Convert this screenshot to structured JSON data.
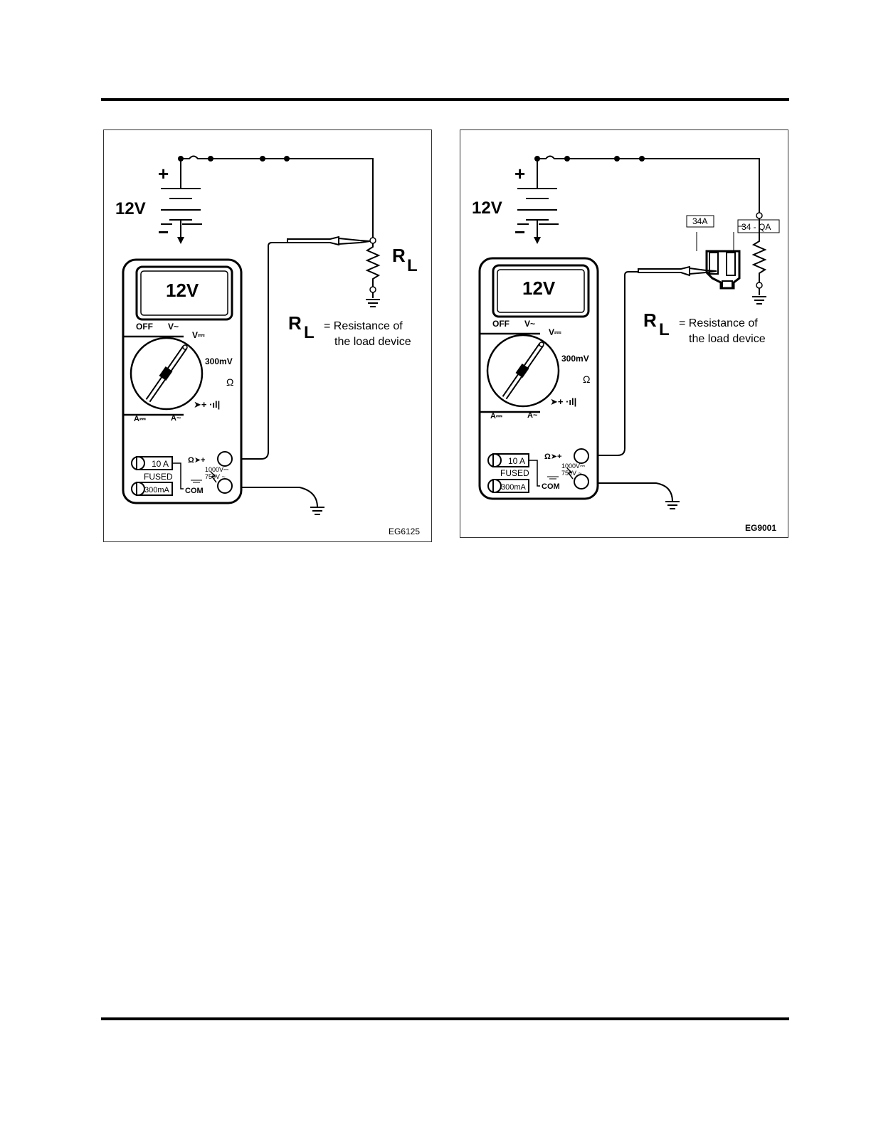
{
  "figures": [
    {
      "id": "EG6125",
      "code": "EG6125",
      "battery_voltage": "12V",
      "plus": "+",
      "minus": "−",
      "meter_reading": "12V",
      "dial": {
        "off": "OFF",
        "v_ac": "V~",
        "v_dc": "V⎓",
        "mv": "300mV",
        "ohm": "Ω",
        "diode": "➤+ ·ıl|",
        "a_dc": "A⎓",
        "a_ac": "A~"
      },
      "jacks": {
        "amp10": "10 A",
        "fused": "FUSED",
        "ma300": "300mA",
        "com": "COM",
        "ohm_diode": "Ω➤+",
        "v1000": "1000V⎓",
        "v750": "750V ~"
      },
      "rl_symbol": "R",
      "rl_sub": "L",
      "legend_r": "R",
      "legend_sub": "L",
      "legend_line1": "= Resistance of",
      "legend_line2": "the load device"
    },
    {
      "id": "EG9001",
      "code": "EG9001",
      "battery_voltage": "12V",
      "plus": "+",
      "minus": "−",
      "meter_reading": "12V",
      "dial": {
        "off": "OFF",
        "v_ac": "V~",
        "v_dc": "V⎓",
        "mv": "300mV",
        "ohm": "Ω",
        "diode": "➤+ ·ıl|",
        "a_dc": "A⎓",
        "a_ac": "A~"
      },
      "jacks": {
        "amp10": "10 A",
        "fused": "FUSED",
        "ma300": "300mA",
        "com": "COM",
        "ohm_diode": "Ω➤+",
        "v1000": "1000V⎓",
        "v750": "750V ~"
      },
      "connector_a": "34A",
      "connector_b": "34 - QA",
      "legend_r": "R",
      "legend_sub": "L",
      "legend_line1": "= Resistance of",
      "legend_line2": "the load device"
    }
  ]
}
